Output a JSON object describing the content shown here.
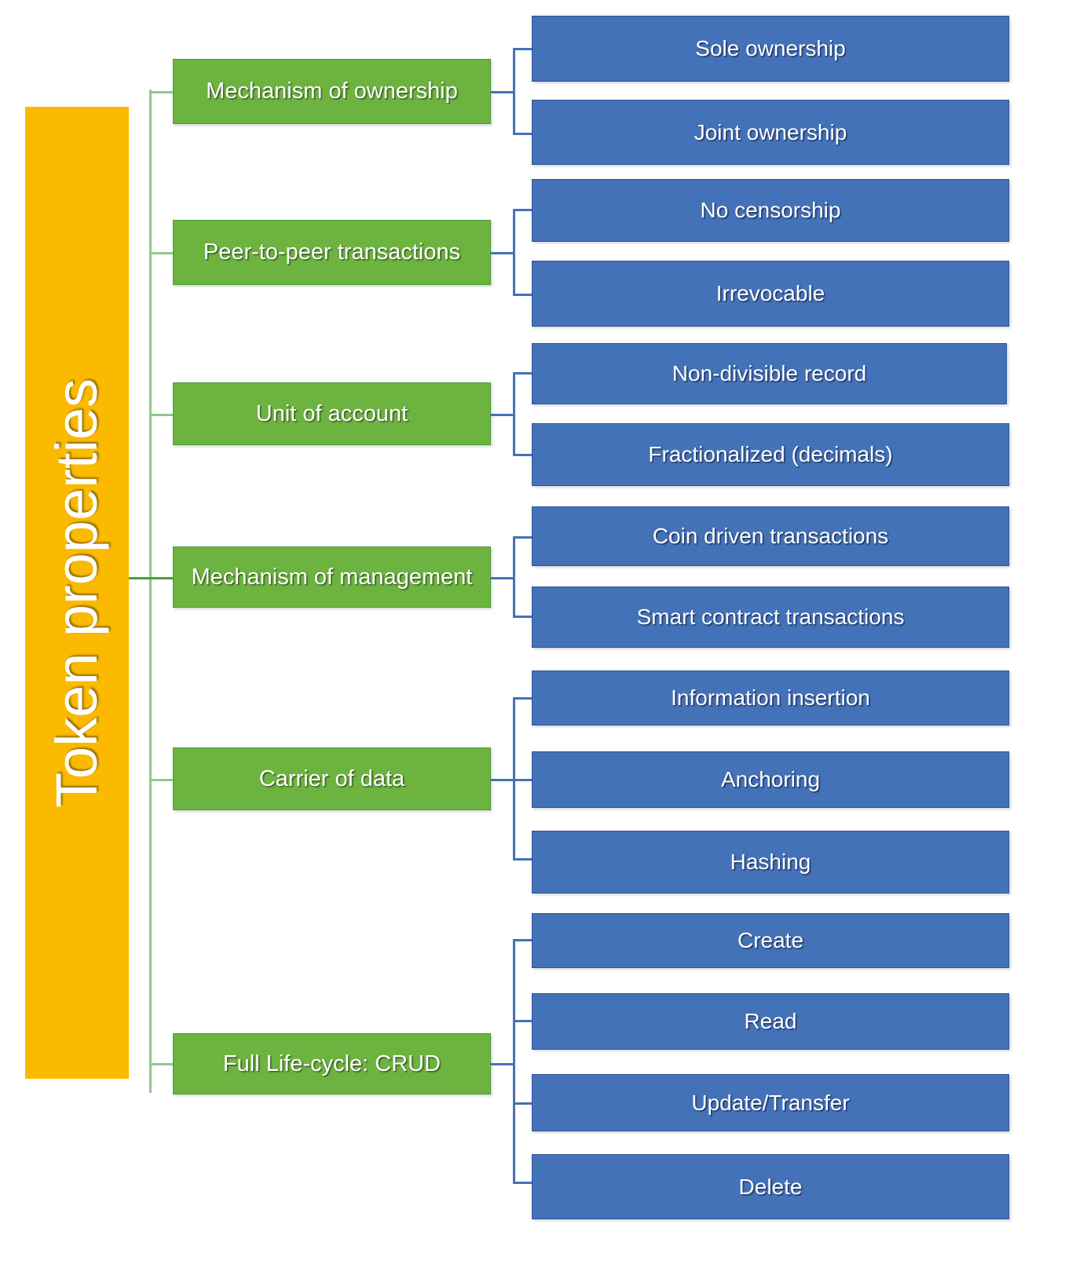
{
  "diagram": {
    "root": {
      "label": "Token properties",
      "color": "#FBBA00",
      "text_color": "#FFFFFF"
    },
    "level2_color": "#6CB33F",
    "level3_color": "#4472B8",
    "connector_color_green": "#8FC98B",
    "connector_color_blue": "#4472B8",
    "branches": [
      {
        "label": "Mechanism of ownership",
        "children": [
          {
            "label": "Sole ownership"
          },
          {
            "label": "Joint ownership"
          }
        ]
      },
      {
        "label": "Peer-to-peer transactions",
        "children": [
          {
            "label": "No censorship"
          },
          {
            "label": "Irrevocable"
          }
        ]
      },
      {
        "label": "Unit of account",
        "children": [
          {
            "label": "Non-divisible record"
          },
          {
            "label": "Fractionalized (decimals)"
          }
        ]
      },
      {
        "label": "Mechanism of management",
        "children": [
          {
            "label": "Coin driven transactions"
          },
          {
            "label": "Smart contract transactions"
          }
        ]
      },
      {
        "label": "Carrier of data",
        "children": [
          {
            "label": "Information  insertion"
          },
          {
            "label": "Anchoring"
          },
          {
            "label": "Hashing"
          }
        ]
      },
      {
        "label": "Full Life-cycle: CRUD",
        "children": [
          {
            "label": "Create"
          },
          {
            "label": "Read"
          },
          {
            "label": "Update/Transfer"
          },
          {
            "label": "Delete"
          }
        ]
      }
    ]
  }
}
